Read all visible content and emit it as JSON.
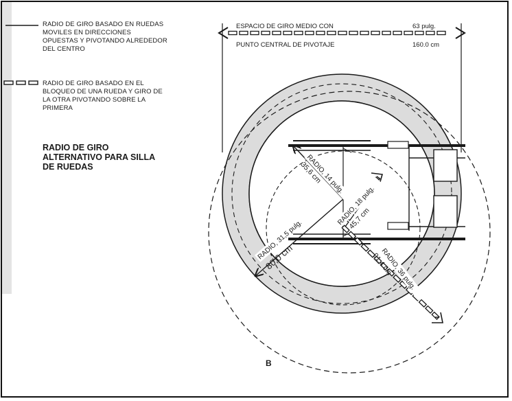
{
  "legend": {
    "solid_description": "RADIO DE GIRO BASADO EN RUEDAS\nMOVILES EN DIRECCIONES\nOPUESTAS Y PIVOTANDO ALREDEDOR\nDEL CENTRO",
    "dashed_description": "RADIO DE GIRO BASADO EN EL\nBLOQUEO DE UNA RUEDA Y GIRO DE\nLA OTRA PIVOTANDO SOBRE LA\nPRIMERA"
  },
  "title": "RADIO DE GIRO\nALTERNATIVO PARA SILLA\nDE RUEDAS",
  "top_dimension": {
    "label_above": "ESPACIO DE GIRO MEDIO CON",
    "label_below": "PUNTO CENTRAL DE PIVOTAJE",
    "value_in": "63 pulg.",
    "value_cm": "160.0 cm"
  },
  "radii": {
    "r14": {
      "label": "RADIO, 14 pulg.",
      "cm": "35,6 cm"
    },
    "r18": {
      "label": "RADIO, 18 pulg.",
      "cm": "45,7 cm"
    },
    "r31": {
      "label": "RADIO, 31,5 pulg.",
      "cm": "80,0 cm"
    },
    "r36": {
      "label": "RADIO, 36 pulg.",
      "cm": "91,4 cm"
    }
  },
  "figure_letter": "B",
  "colors": {
    "ring_fill": "#dcdcdc",
    "ink": "#1a1a1a",
    "background": "#ffffff"
  }
}
